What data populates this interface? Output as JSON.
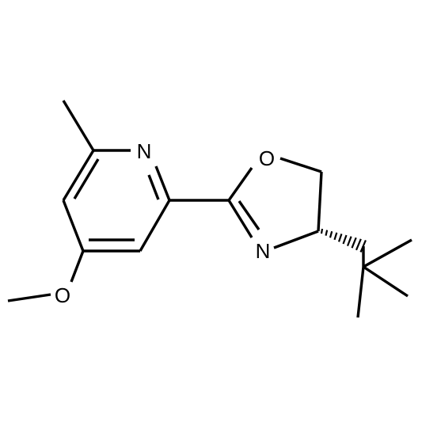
{
  "molecule": {
    "atoms": {
      "n_pyridine": "N",
      "o_oxazoline": "O",
      "n_oxazoline": "N",
      "o_methoxy": "O"
    },
    "colors": {
      "bond": "#000000",
      "label": "#000000",
      "background": "#ffffff"
    }
  }
}
